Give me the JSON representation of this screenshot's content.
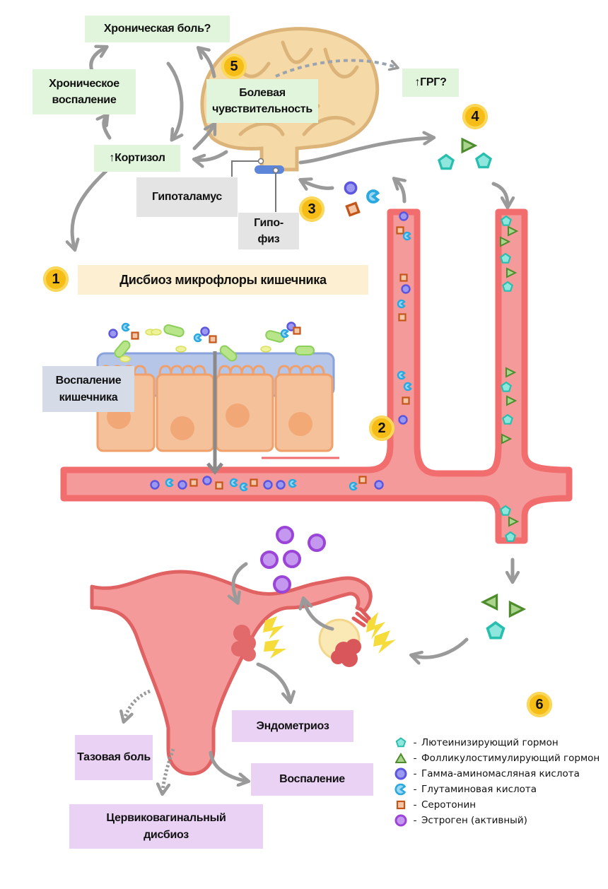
{
  "labels": {
    "chronic_pain": "Хроническая боль?",
    "chronic_inflammation": "Хроническое воспаление",
    "cortisol": "↑Кортизол",
    "pain_sensitivity": "Болевая чувствительность",
    "grg": "↑ГРГ?",
    "hypothalamus": "Гипоталамус",
    "pituitary_line1": "Гипо-",
    "pituitary_line2": "физ",
    "gut_dysbiosis": "Дисбиоз микрофлоры кишечника",
    "gut_inflammation": "Воспаление кишечника",
    "endometriosis": "Эндометриоз",
    "pelvic_pain": "Тазовая боль",
    "inflammation": "Воспаление",
    "cervicovaginal_dysbiosis_line1": "Цервиковагинальный",
    "cervicovaginal_dysbiosis_line2": "дисбиоз"
  },
  "badges": [
    "1",
    "2",
    "3",
    "4",
    "5",
    "6"
  ],
  "colors": {
    "green_box": "#e1f5dd",
    "grey_box": "#e4e4e4",
    "yellow_box": "#fdf0d2",
    "purple_box": "#ead2f5",
    "badge": "#f6bd16",
    "vessel": "#f26d6d",
    "vessel_fill": "#f59a9a",
    "lh": "#3fcfbf",
    "fsh": "#4e8c2e",
    "gaba": "#5b55e0",
    "glutamate": "#29a9e0",
    "serotonin": "#c4561a",
    "estrogen": "#9b45d8"
  },
  "legend": [
    {
      "icon": "pentagon-icon",
      "dash": "-",
      "text": "Лютеинизирующий гормон"
    },
    {
      "icon": "triangle-icon",
      "dash": "-",
      "text": "Фолликулостимулирующий гормон"
    },
    {
      "icon": "circle-icon",
      "dash": "-",
      "text": "Гамма-аминомасляная кислота"
    },
    {
      "icon": "pacman-icon",
      "dash": "-",
      "text": "Глутаминовая кислота"
    },
    {
      "icon": "square-icon",
      "dash": "-",
      "text": "Серотонин"
    },
    {
      "icon": "circle-purple-icon",
      "dash": "-",
      "text": "Эстроген (активный)"
    }
  ]
}
